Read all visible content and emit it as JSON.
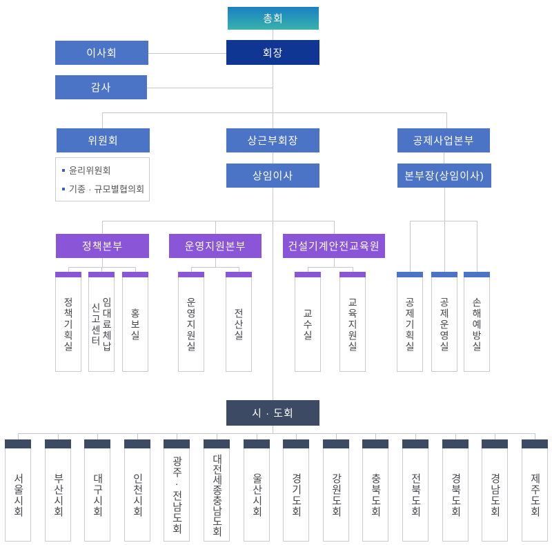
{
  "palette": {
    "assembly_gradient_top": "#1a7fc3",
    "assembly_gradient_bottom": "#38b3ac",
    "navy": "#0e3692",
    "blue": "#4b74c7",
    "purple": "#8a55d7",
    "slate": "#3d4a64",
    "connector_line": "#c6c6c6",
    "bullet": "#3a5fc0"
  },
  "org": {
    "general_assembly": "총회",
    "chairman": "회장",
    "board_of_directors": "이사회",
    "auditor": "감사",
    "committee": "위원회",
    "committee_items": [
      "윤리위원회",
      "기종 · 규모별협의회"
    ],
    "standing_vice_chairman": "상근부회장",
    "executive_director": "상임이사",
    "mutual_aid_hq": "공제사업본부",
    "mutual_aid_head": "본부장(상임이사)"
  },
  "divisions": {
    "policy": {
      "label": "정책본부",
      "depts": [
        {
          "l1": "정책기획실"
        },
        {
          "l1": "임대료체납",
          "l2": "신고센터"
        },
        {
          "l1": "홍보실"
        }
      ]
    },
    "operation": {
      "label": "운영지원본부",
      "depts": [
        {
          "l1": "운영지원실"
        },
        {
          "l1": "전산실"
        }
      ]
    },
    "education": {
      "label": "건설기계안전교육원",
      "depts": [
        {
          "l1": "교수실"
        },
        {
          "l1": "교육지원실"
        }
      ]
    },
    "mutual": {
      "depts": [
        {
          "l1": "공제기획실"
        },
        {
          "l1": "공제운영실"
        },
        {
          "l1": "손해예방실"
        }
      ]
    }
  },
  "sido": {
    "label": "시 · 도회",
    "regions": [
      "서울시회",
      "부산시회",
      "대구시회",
      "인천시회",
      "광주·전남도회",
      "대전세종충남도회",
      "울산시회",
      "경기도회",
      "강원도회",
      "충북도회",
      "전북도회",
      "경북도회",
      "경남도회",
      "제주도회"
    ]
  }
}
